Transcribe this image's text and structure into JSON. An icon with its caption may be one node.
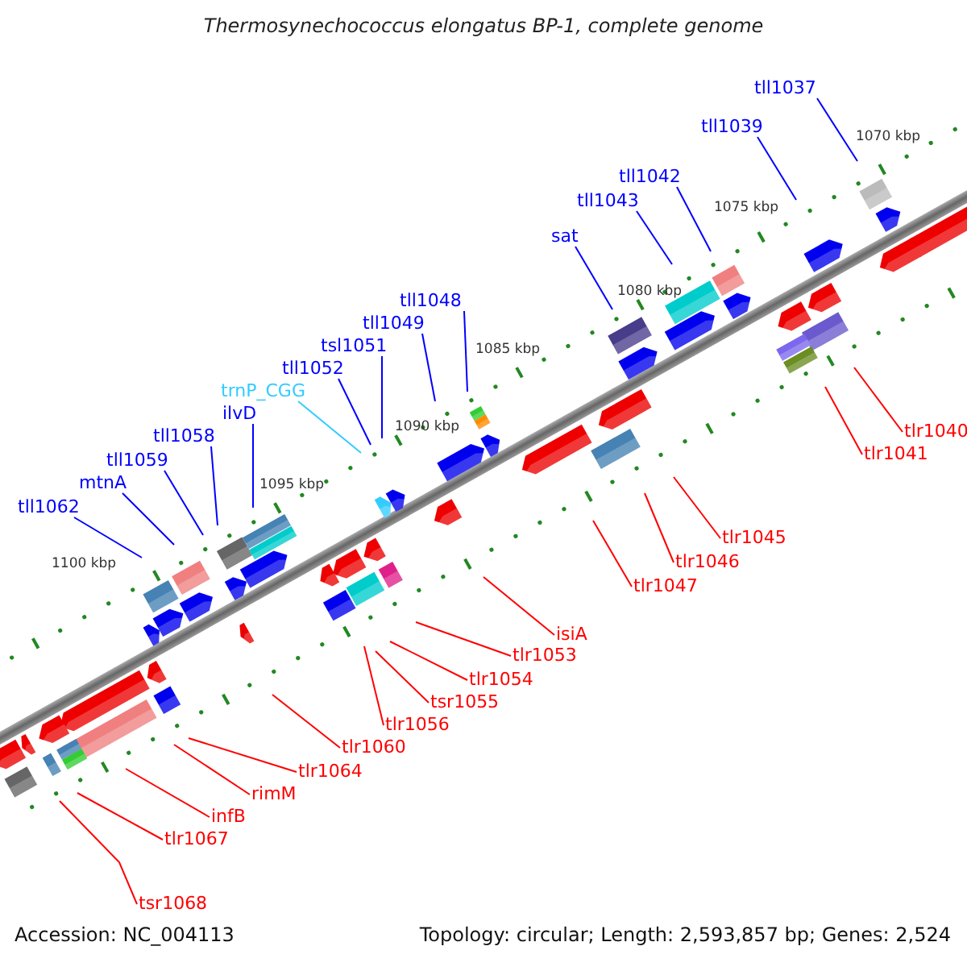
{
  "diagram": {
    "title": "Thermosynechococcus elongatus BP-1, complete genome",
    "nodes": [
      {
        "text": [
          "tll1037"
        ]
      },
      {
        "text": [
          "tll1039"
        ]
      },
      {
        "text": [
          "tll1042"
        ]
      },
      {
        "text": [
          "tll1043"
        ]
      },
      {
        "text": [
          "sat"
        ]
      },
      {
        "text": [
          "tll1048"
        ]
      },
      {
        "text": [
          "tll1049"
        ]
      },
      {
        "text": [
          "tsl1051"
        ]
      },
      {
        "text": [
          "tll1052"
        ]
      },
      {
        "text": [
          "trnP_CGG"
        ]
      },
      {
        "text": [
          "ilvD"
        ]
      },
      {
        "text": [
          "tll1058"
        ]
      },
      {
        "text": [
          "tll1059"
        ]
      },
      {
        "text": [
          "mtnA"
        ]
      },
      {
        "text": [
          "tll1062"
        ]
      },
      {
        "text": [
          "tlr1040"
        ]
      },
      {
        "text": [
          "tlr1041"
        ]
      },
      {
        "text": [
          "tlr1045"
        ]
      },
      {
        "text": [
          "tlr1046"
        ]
      },
      {
        "text": [
          "tlr1047"
        ]
      },
      {
        "text": [
          "isiA"
        ]
      },
      {
        "text": [
          "tlr1053"
        ]
      },
      {
        "text": [
          "tlr1054"
        ]
      },
      {
        "text": [
          "tsr1055"
        ]
      },
      {
        "text": [
          "tlr1056"
        ]
      },
      {
        "text": [
          "tlr1060"
        ]
      },
      {
        "text": [
          "tlr1064"
        ]
      },
      {
        "text": [
          "rimM"
        ]
      },
      {
        "text": [
          "infB"
        ]
      },
      {
        "text": [
          "tlr1067"
        ]
      },
      {
        "text": [
          "tsr1068"
        ]
      }
    ],
    "edges": [
      {
        "from": 0,
        "to": null,
        "arrow": "none",
        "color": "#0000ff"
      },
      {
        "from": 1,
        "to": null,
        "arrow": "none",
        "color": "#0000ff"
      },
      {
        "from": 2,
        "to": null,
        "arrow": "none",
        "color": "#0000ff"
      },
      {
        "from": 3,
        "to": null,
        "arrow": "none",
        "color": "#0000ff"
      },
      {
        "from": 4,
        "to": null,
        "arrow": "none",
        "color": "#0000ff"
      },
      {
        "from": 5,
        "to": null,
        "arrow": "none",
        "color": "#0000ff"
      },
      {
        "from": 6,
        "to": null,
        "arrow": "none",
        "color": "#0000ff"
      },
      {
        "from": 7,
        "to": null,
        "arrow": "none",
        "color": "#0000ff"
      },
      {
        "from": 8,
        "to": null,
        "arrow": "none",
        "color": "#0000ff"
      },
      {
        "from": 9,
        "to": null,
        "arrow": "none",
        "color": "#33ccff"
      },
      {
        "from": 10,
        "to": null,
        "arrow": "none",
        "color": "#0000ff"
      },
      {
        "from": 11,
        "to": null,
        "arrow": "none",
        "color": "#0000ff"
      },
      {
        "from": 12,
        "to": null,
        "arrow": "none",
        "color": "#0000ff"
      },
      {
        "from": 13,
        "to": null,
        "arrow": "none",
        "color": "#0000ff"
      },
      {
        "from": 14,
        "to": null,
        "arrow": "none",
        "color": "#0000ff"
      },
      {
        "from": 15,
        "to": null,
        "arrow": "none",
        "color": "#ff0000"
      },
      {
        "from": 16,
        "to": null,
        "arrow": "none",
        "color": "#ff0000"
      },
      {
        "from": 17,
        "to": null,
        "arrow": "none",
        "color": "#ff0000"
      },
      {
        "from": 18,
        "to": null,
        "arrow": "none",
        "color": "#ff0000"
      },
      {
        "from": 19,
        "to": null,
        "arrow": "none",
        "color": "#ff0000"
      },
      {
        "from": 20,
        "to": null,
        "arrow": "none",
        "color": "#ff0000"
      },
      {
        "from": 21,
        "to": null,
        "arrow": "none",
        "color": "#ff0000"
      },
      {
        "from": 22,
        "to": null,
        "arrow": "none",
        "color": "#ff0000"
      },
      {
        "from": 23,
        "to": null,
        "arrow": "none",
        "color": "#ff0000"
      },
      {
        "from": 24,
        "to": null,
        "arrow": "none",
        "color": "#ff0000"
      },
      {
        "from": 25,
        "to": null,
        "arrow": "none",
        "color": "#ff0000"
      },
      {
        "from": 26,
        "to": null,
        "arrow": "none",
        "color": "#ff0000"
      },
      {
        "from": 27,
        "to": null,
        "arrow": "none",
        "color": "#ff0000"
      },
      {
        "from": 28,
        "to": null,
        "arrow": "none",
        "color": "#ff0000"
      },
      {
        "from": 29,
        "to": null,
        "arrow": "none",
        "color": "#ff0000"
      },
      {
        "from": 30,
        "to": null,
        "arrow": "none",
        "color": "#ff0000"
      }
    ],
    "labels": [
      "1070 kbp",
      "1075 kbp",
      "1080 kbp",
      "1085 kbp",
      "1090 kbp",
      "1095 kbp",
      "1100 kbp",
      "Accession: NC_004113",
      "Topology: circular; Length: 2,593,857 bp; Genes: 2,524"
    ]
  }
}
